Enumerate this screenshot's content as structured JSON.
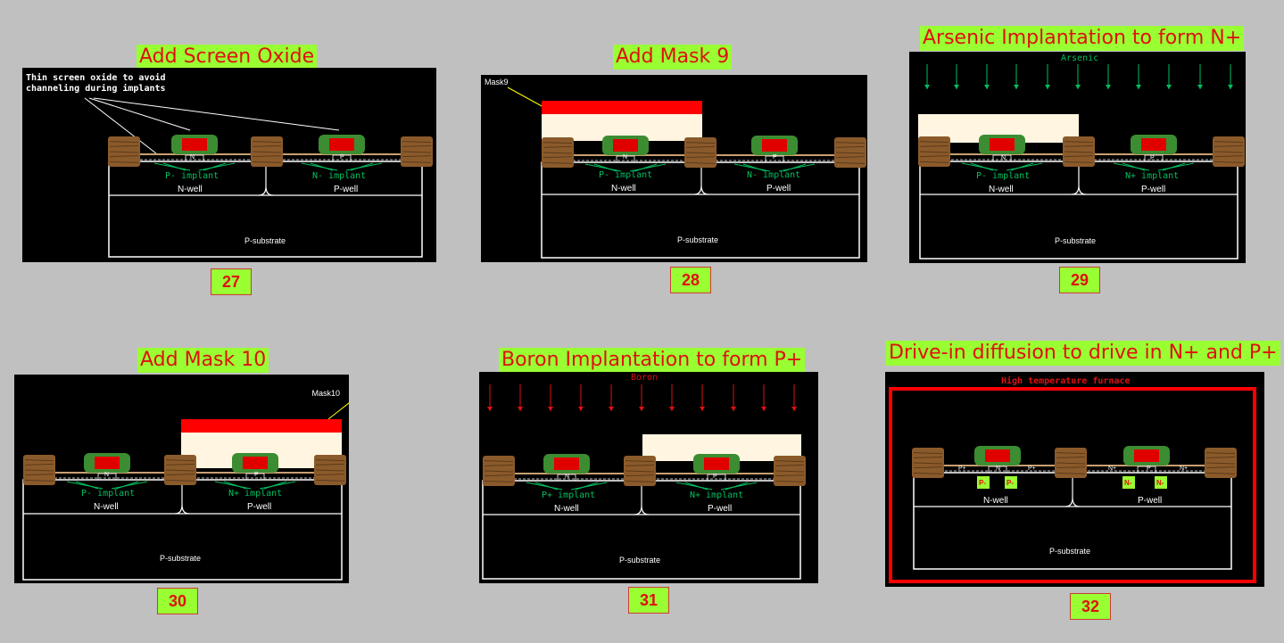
{
  "colors": {
    "background": "#c0c0c0",
    "title_bg": "#99ff33",
    "title_text": "#e01010",
    "implant_text": "#00c060",
    "mask_red": "#ff0000",
    "resist": "#fff5e0",
    "gate_green": "#3c8c32",
    "wood": "#8b5a2b"
  },
  "icons": {
    "implant_arrows": "down-arrow-icon",
    "field_oxide": "field-oxide-block"
  },
  "panels": [
    {
      "id": "27",
      "title": "Add Screen Oxide",
      "number": "27",
      "note": "Thin screen oxide to avoid\nchanneling during implants",
      "left_implant": "P- implant",
      "right_implant": "N- implant",
      "left_well": "N-well",
      "right_well": "P-well",
      "substrate": "P-substrate",
      "left_gate_label": "N",
      "right_gate_label": "P"
    },
    {
      "id": "28",
      "title": "Add Mask 9",
      "number": "28",
      "mask_label": "Mask9",
      "left_implant": "P- implant",
      "right_implant": "N- implant",
      "left_well": "N-well",
      "right_well": "P-well",
      "substrate": "P-substrate",
      "left_gate_label": "N",
      "right_gate_label": "P"
    },
    {
      "id": "29",
      "title": "Arsenic Implantation to form N+",
      "number": "29",
      "species": "Arsenic",
      "left_implant": "P- implant",
      "right_implant": "N+ implant",
      "left_well": "N-well",
      "right_well": "P-well",
      "substrate": "P-substrate",
      "left_gate_label": "N",
      "right_gate_label": "P"
    },
    {
      "id": "30",
      "title": "Add Mask 10",
      "number": "30",
      "mask_label": "Mask10",
      "left_implant": "P- implant",
      "right_implant": "N+ implant",
      "left_well": "N-well",
      "right_well": "P-well",
      "substrate": "P-substrate",
      "left_gate_label": "N",
      "right_gate_label": "P"
    },
    {
      "id": "31",
      "title": "Boron Implantation to form P+",
      "number": "31",
      "species": "Boron",
      "left_implant": "P+ implant",
      "right_implant": "N+ implant",
      "left_well": "N-well",
      "right_well": "P-well",
      "substrate": "P-substrate",
      "left_gate_label": "N",
      "right_gate_label": "P"
    },
    {
      "id": "32",
      "title": "Drive-in diffusion to drive in N+ and P+",
      "number": "32",
      "furnace": "High temperature furnace",
      "left_well": "N-well",
      "right_well": "P-well",
      "substrate": "P-substrate",
      "left_region": "P+",
      "right_region": "N+",
      "left_ldd": "P-",
      "right_ldd": "N-",
      "left_gate_label": "N",
      "right_gate_label": "P"
    }
  ]
}
